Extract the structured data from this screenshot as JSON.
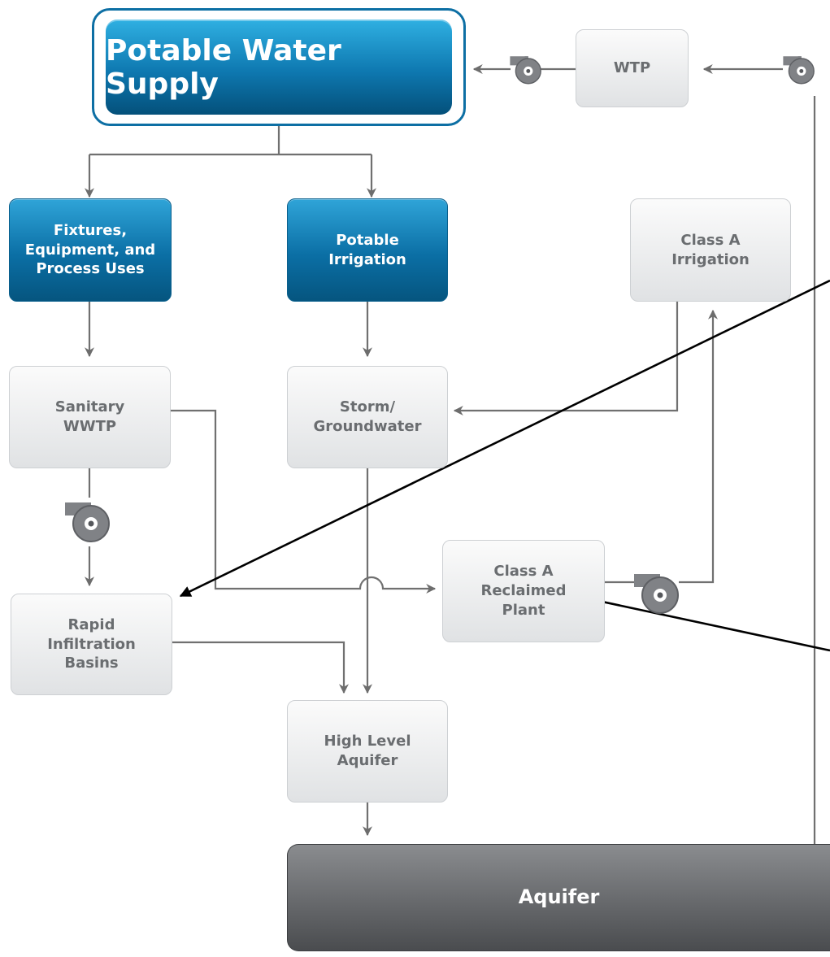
{
  "diagram": {
    "main_title": "Potable Water Supply",
    "nodes": {
      "wtp": "WTP",
      "fixtures": "Fixtures,\nEquipment, and\nProcess Uses",
      "potable_irrigation": "Potable\nIrrigation",
      "class_a_irrigation": "Class A\nIrrigation",
      "sanitary_wwtp": "Sanitary\nWWTP",
      "storm_groundwater": "Storm/\nGroundwater",
      "class_a_reclaimed_plant": "Class A\nReclaimed\nPlant",
      "rapid_infiltration_basins": "Rapid\nInfiltration\nBasins",
      "high_level_aquifer": "High Level\nAquifer",
      "aquifer": "Aquifer"
    },
    "colors": {
      "primary_blue": "#0b6fa5",
      "node_gray": "#e6e8ea",
      "node_text": "#6a6d70",
      "connector": "#707070",
      "aquifer": "#5a5c5f",
      "annotation": "#000000"
    },
    "icons": [
      "pump-icon",
      "arrow-icon"
    ]
  }
}
